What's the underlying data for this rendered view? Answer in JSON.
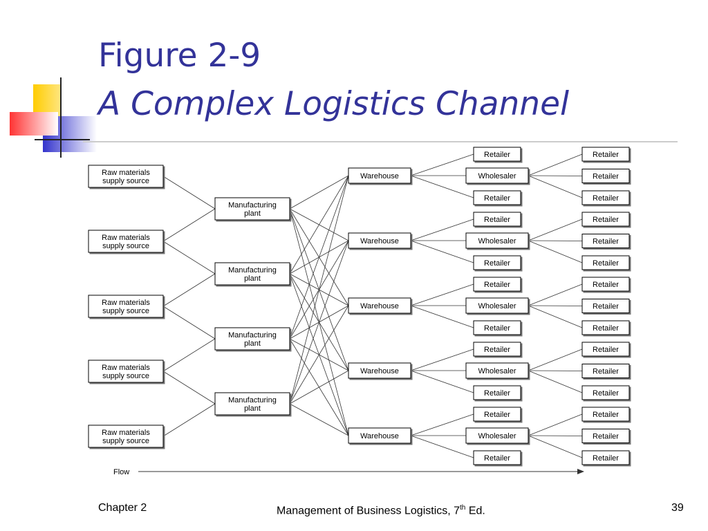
{
  "slide": {
    "title_line1": "Figure 2-9",
    "title_line2": "A Complex Logistics Channel",
    "footer_left": "Chapter 2",
    "footer_center_prefix": "Management of Business Logistics, 7",
    "footer_center_sup": "th",
    "footer_center_suffix": " Ed.",
    "footer_right": "39"
  },
  "diagram": {
    "raw_label_1": "Raw materials",
    "raw_label_2": "supply source",
    "plant_label_1": "Manufacturing",
    "plant_label_2": "plant",
    "warehouse_label": "Warehouse",
    "wholesaler_label": "Wholesaler",
    "retailer_label": "Retailer",
    "flow_label": "Flow",
    "raw_count": 5,
    "plant_count": 4,
    "warehouse_count": 5
  },
  "colors": {
    "title": "#333399",
    "deco_yellow": "#ffcc00",
    "deco_blue": "#3333cc",
    "deco_red": "#ff3333"
  }
}
